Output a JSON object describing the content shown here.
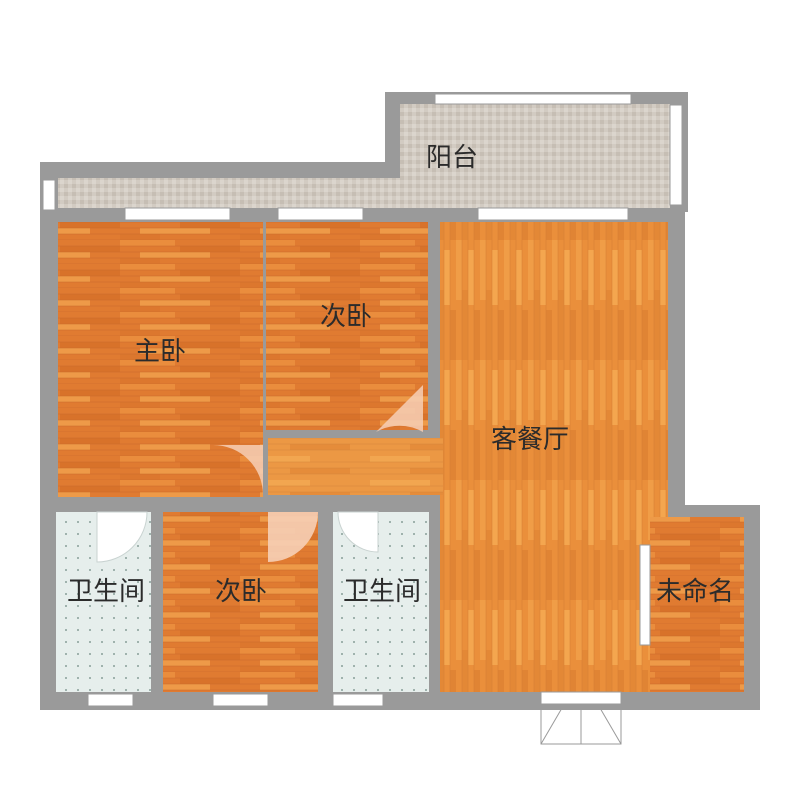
{
  "rooms": {
    "balcony": "阳台",
    "master_bedroom": "主卧",
    "second_bedroom_top": "次卧",
    "living_dining": "客餐厅",
    "bathroom_left": "卫生间",
    "second_bedroom_bottom": "次卧",
    "bathroom_right": "卫生间",
    "unnamed": "未命名"
  },
  "colors": {
    "wall": "#9a9a9a",
    "wood_floor": "#e07c32",
    "wood_floor_light": "#f0a650",
    "balcony_tile": "#cfc7bd",
    "bathroom_tile": "#e4ecea",
    "door_swing": "#f6cfb6"
  }
}
